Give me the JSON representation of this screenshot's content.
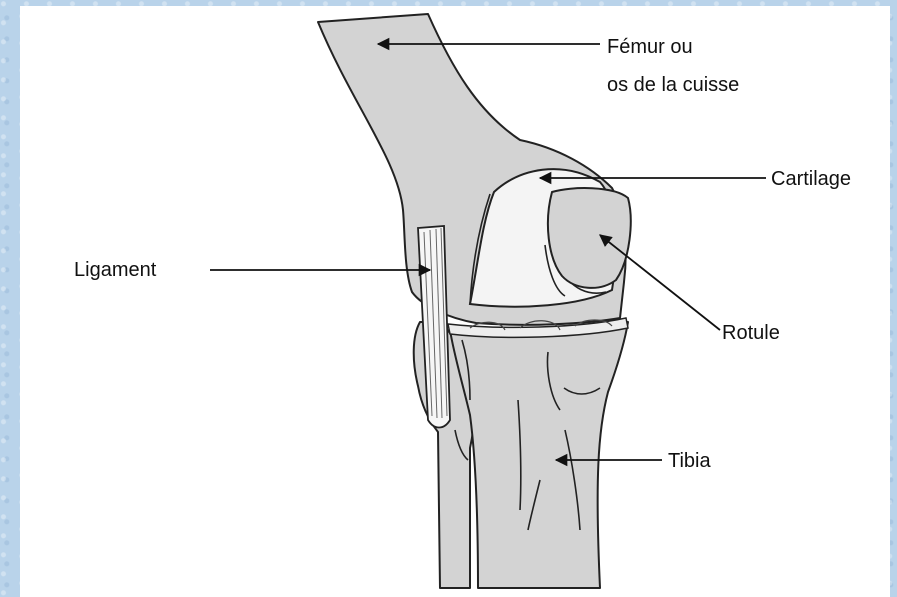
{
  "labels": {
    "femur_line1": "Fémur ou",
    "femur_line2": "os de la cuisse",
    "cartilage": "Cartilage",
    "ligament": "Ligament",
    "rotule": "Rotule",
    "tibia": "Tibia"
  },
  "colors": {
    "page_background": "#b9d3ea",
    "panel_background": "#ffffff",
    "bone_fill": "#d3d3d3",
    "cartilage_fill": "#f4f4f4",
    "outline": "#222222"
  }
}
